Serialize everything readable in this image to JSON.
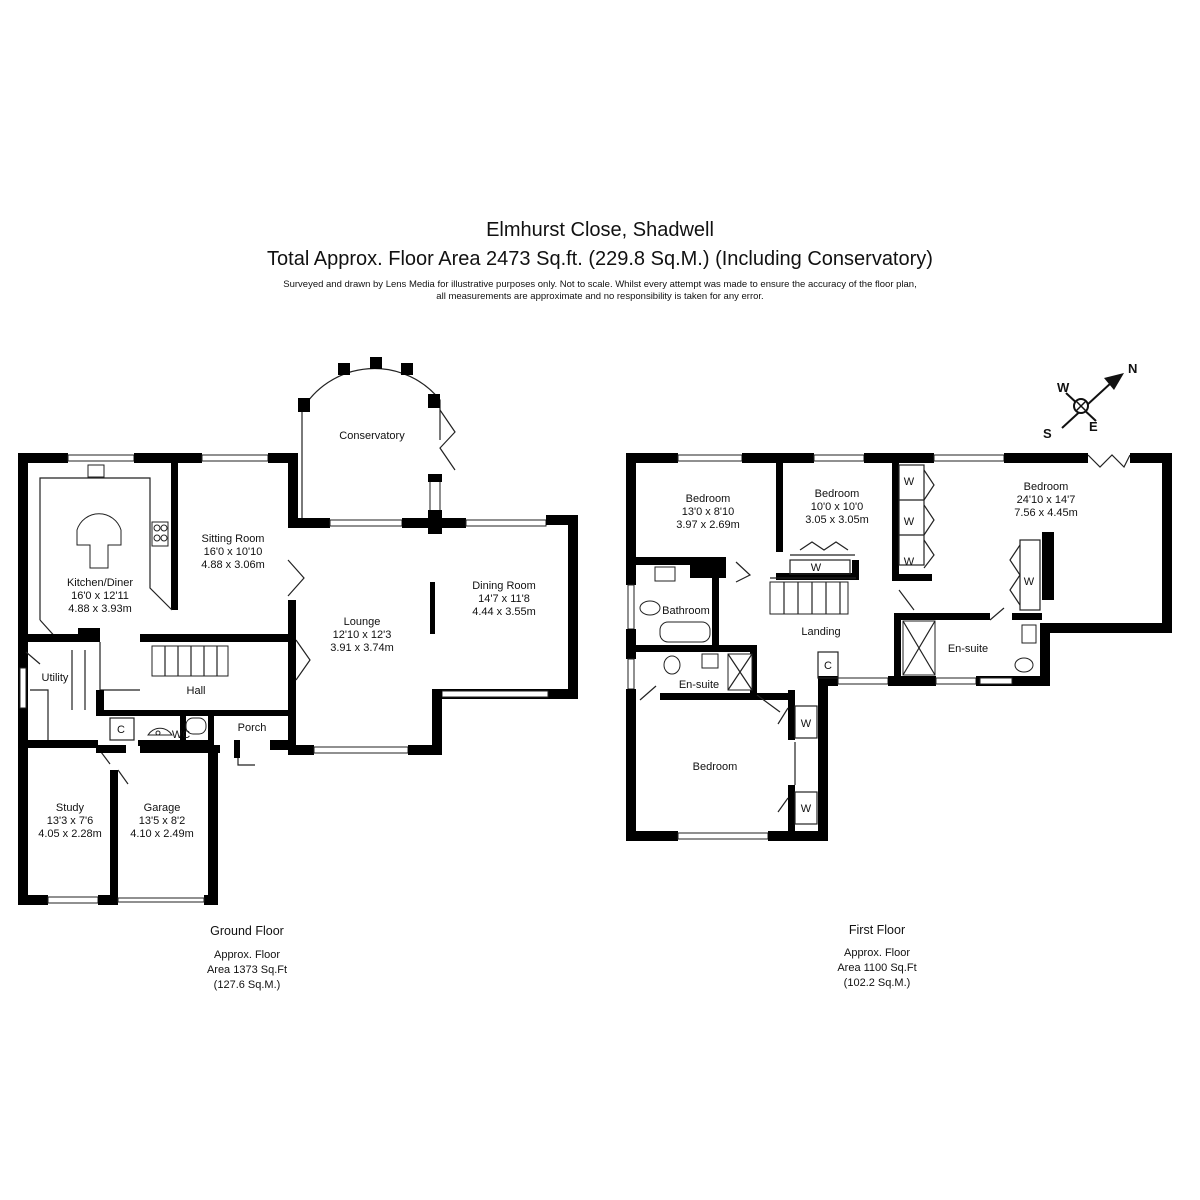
{
  "header": {
    "title": "Elmhurst Close, Shadwell",
    "subtitle": "Total Approx. Floor Area 2473 Sq.ft. (229.8 Sq.M.) (Including Conservatory)",
    "disclaimer_line1": "Surveyed and drawn by Lens Media for illustrative purposes only. Not to scale. Whilst every attempt was made to ensure the accuracy of the floor plan,",
    "disclaimer_line2": "all measurements are approximate and no responsibility is taken for any error."
  },
  "ground_floor": {
    "name": "Ground Floor",
    "area_line1": "Approx. Floor",
    "area_line2": "Area 1373 Sq.Ft",
    "area_line3": "(127.6 Sq.M.)",
    "rooms": {
      "conservatory": {
        "name": "Conservatory"
      },
      "kitchen": {
        "name": "Kitchen/Diner",
        "imperial": "16'0 x 12'11",
        "metric": "4.88 x 3.93m"
      },
      "sitting": {
        "name": "Sitting Room",
        "imperial": "16'0 x 10'10",
        "metric": "4.88 x 3.06m"
      },
      "lounge": {
        "name": "Lounge",
        "imperial": "12'10 x 12'3",
        "metric": "3.91 x 3.74m"
      },
      "dining": {
        "name": "Dining Room",
        "imperial": "14'7 x 11'8",
        "metric": "4.44 x 3.55m"
      },
      "utility": {
        "name": "Utility"
      },
      "hall": {
        "name": "Hall"
      },
      "cupboard": {
        "name": "C"
      },
      "wc": {
        "name": "WC"
      },
      "porch": {
        "name": "Porch"
      },
      "study": {
        "name": "Study",
        "imperial": "13'3 x 7'6",
        "metric": "4.05 x 2.28m"
      },
      "garage": {
        "name": "Garage",
        "imperial": "13'5 x 8'2",
        "metric": "4.10 x 2.49m"
      }
    }
  },
  "first_floor": {
    "name": "First Floor",
    "area_line1": "Approx. Floor",
    "area_line2": "Area 1100 Sq.Ft",
    "area_line3": "(102.2 Sq.M.)",
    "rooms": {
      "bedroom1": {
        "name": "Bedroom",
        "imperial": "13'0 x 8'10",
        "metric": "3.97 x 2.69m"
      },
      "bedroom2": {
        "name": "Bedroom",
        "imperial": "10'0 x 10'0",
        "metric": "3.05 x 3.05m"
      },
      "bedroom3": {
        "name": "Bedroom",
        "imperial": "24'10 x 14'7",
        "metric": "7.56 x 4.45m"
      },
      "bedroom4": {
        "name": "Bedroom"
      },
      "bathroom": {
        "name": "Bathroom"
      },
      "landing": {
        "name": "Landing"
      },
      "ensuite1": {
        "name": "En-suite"
      },
      "ensuite2": {
        "name": "En-suite"
      },
      "cupboard": {
        "name": "C"
      },
      "wardrobe": {
        "name": "W"
      }
    }
  },
  "compass": {
    "n": "N",
    "e": "E",
    "s": "S",
    "w": "W"
  }
}
